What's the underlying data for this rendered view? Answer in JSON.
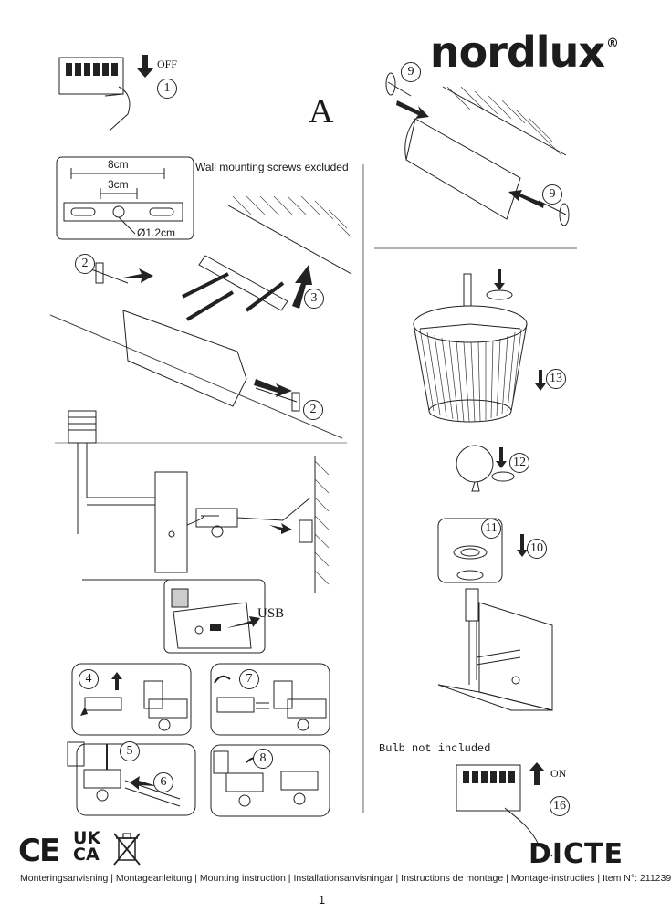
{
  "brand": {
    "name": "nordlux",
    "registered": "®"
  },
  "section_letter": "A",
  "labels": {
    "off": "OFF",
    "on": "ON",
    "usb": "USB",
    "wall_screws": "Wall mounting screws excluded",
    "dim_8cm": "8cm",
    "dim_3cm": "3cm",
    "dim_hole": "Ø1.2cm",
    "bulb_note": "Bulb not included"
  },
  "steps": [
    "1",
    "2",
    "3",
    "4",
    "5",
    "6",
    "7",
    "8",
    "9",
    "10",
    "11",
    "12",
    "13",
    "16"
  ],
  "certifications": {
    "ce": "CE",
    "ukca_top": "UK",
    "ukca_bottom": "CA"
  },
  "product_name": "DICTE",
  "footer": {
    "languages": "Monteringsanvisning | Montageanleitung | Mounting instruction | Installationsanvisningar | Instructions de montage | Montage-instructies | Item N°: 211239",
    "page_number": "1"
  },
  "colors": {
    "ink": "#1a1a1a",
    "line": "#333333",
    "hatch": "#555555"
  }
}
